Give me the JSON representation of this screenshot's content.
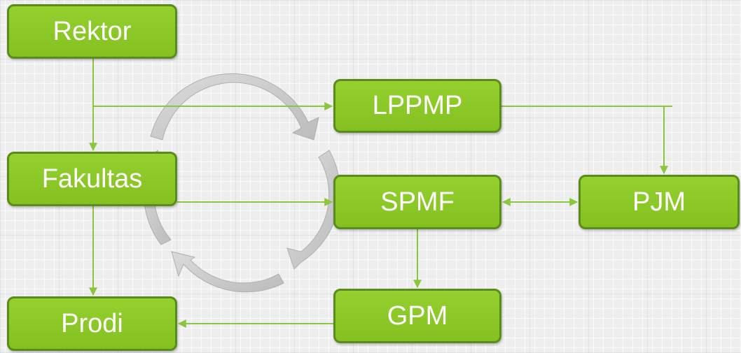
{
  "nodes": {
    "rektor": "Rektor",
    "lppmp": "LPPMP",
    "fakultas": "Fakultas",
    "spmf": "SPMF",
    "pjm": "PJM",
    "prodi": "Prodi",
    "gpm": "GPM"
  },
  "edges": [
    {
      "from": "Rektor",
      "to": "Fakultas"
    },
    {
      "from": "Rektor",
      "to": "LPPMP"
    },
    {
      "from": "LPPMP",
      "to": "PJM"
    },
    {
      "from": "Fakultas",
      "to": "SPMF"
    },
    {
      "from": "Fakultas",
      "to": "Prodi"
    },
    {
      "from": "SPMF",
      "to": "PJM",
      "bidirectional": true
    },
    {
      "from": "SPMF",
      "to": "GPM"
    },
    {
      "from": "GPM",
      "to": "Prodi"
    }
  ],
  "decoration": {
    "cycle_arrows": 3,
    "cycle_direction": "clockwise"
  },
  "colors": {
    "node_fill": "#8ac926",
    "node_border": "#5b8a1e",
    "connector": "#8cc63f",
    "cycle_arrow": "#c8c8c8",
    "background": "#eeeeee"
  }
}
